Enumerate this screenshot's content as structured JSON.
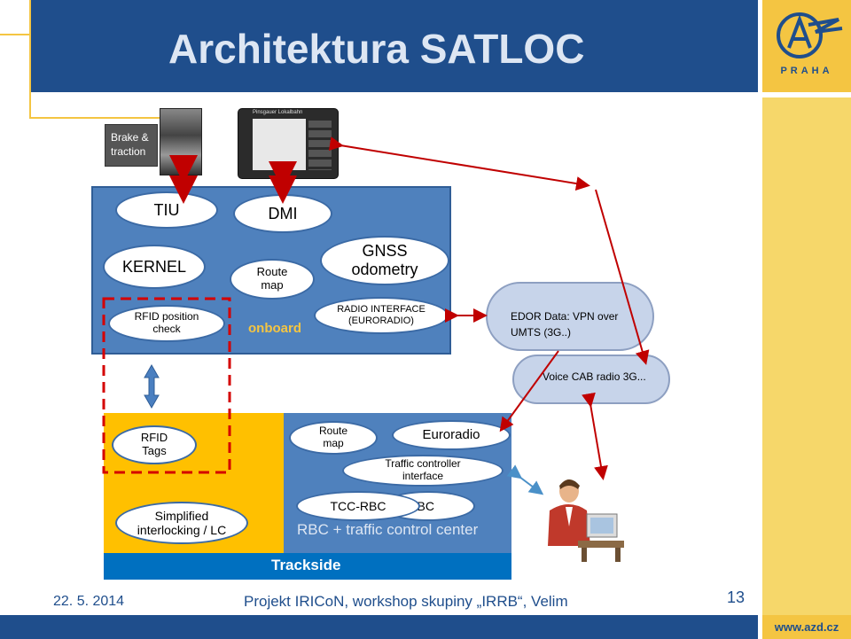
{
  "title": "Architektura SATLOC",
  "logo": {
    "text": "PRAHA",
    "emblem_icon": "azd-emblem-icon"
  },
  "brake_label": "Brake & traction",
  "dmi_device_title": "Pinsgauer Lokalbahn",
  "onboard": {
    "tiu": "TIU",
    "dmi": "DMI",
    "kernel": "KERNEL",
    "route_map": "Route map",
    "gnss": "GNSS odometry",
    "rfid_check": "RFID position check",
    "radio_interface": "RADIO INTERFACE (EURORADIO)",
    "label": "onboard"
  },
  "clouds": {
    "edor": "EDOR Data: VPN over UMTS (3G..)",
    "voice": "Voice CAB radio 3G..."
  },
  "trackside": {
    "rfid_tags": "RFID Tags",
    "interlocking": "Simplified interlocking / LC",
    "route_map": "Route map",
    "euroradio": "Euroradio",
    "traffic_controller": "Traffic controller interface",
    "tcc_rbc": "TCC-RBC",
    "rbc": "RBC",
    "rbc_center": "RBC + traffic control center",
    "label": "Trackside"
  },
  "footer": {
    "date": "22. 5. 2014",
    "text": "Projekt IRICoN, workshop skupiny „IRRB“, Velim",
    "page": "13",
    "url": "www.azd.cz"
  },
  "colors": {
    "navy": "#1f4e8c",
    "yellow": "#f4c542",
    "box_blue": "#4f81bd",
    "arrow_red": "#c00000"
  }
}
